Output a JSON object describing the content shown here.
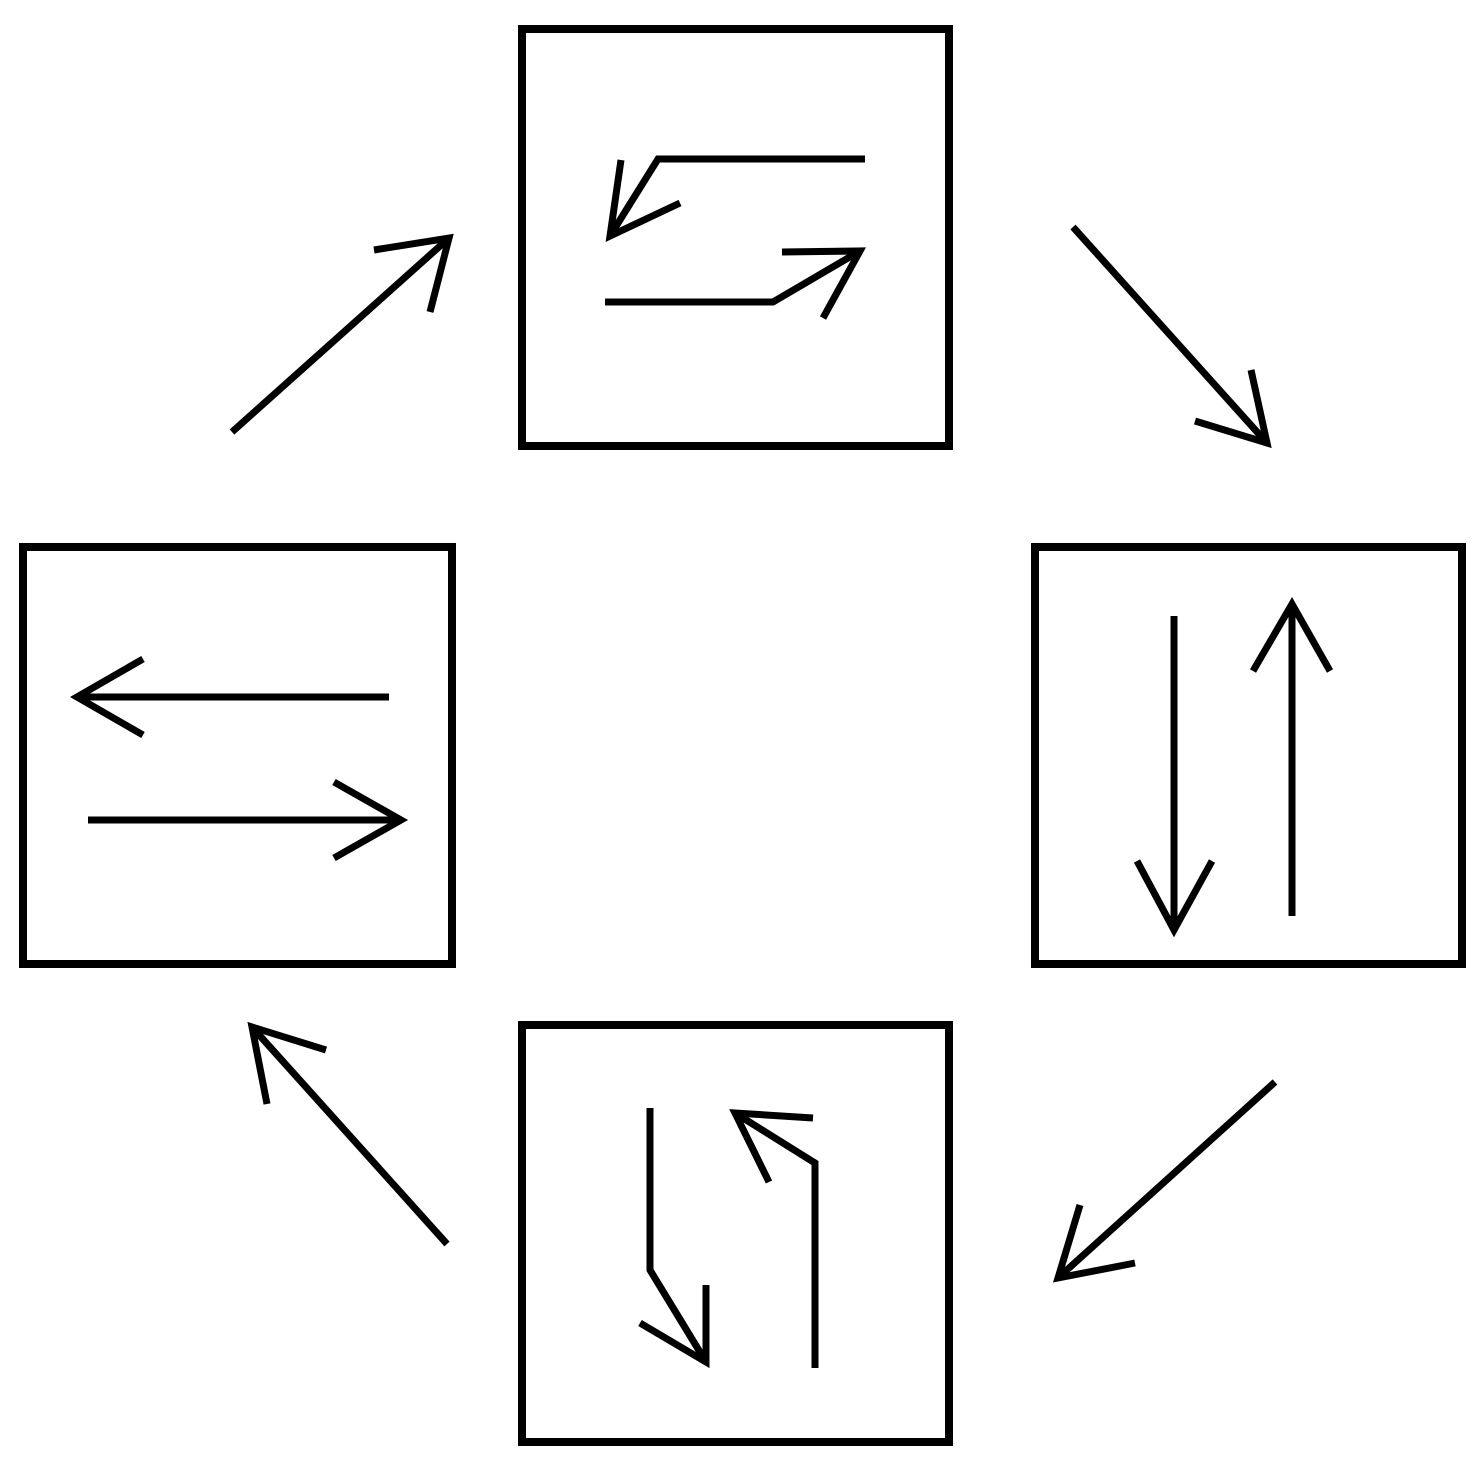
{
  "diagram": {
    "colors": {
      "stroke": "#000000",
      "background": "#ffffff"
    },
    "panels": [
      {
        "name": "panel-top",
        "icon": "offset-opposing-horizontal-arrows-icon"
      },
      {
        "name": "panel-right",
        "icon": "opposing-vertical-arrows-icon"
      },
      {
        "name": "panel-bottom",
        "icon": "offset-opposing-vertical-arrows-icon"
      },
      {
        "name": "panel-left",
        "icon": "opposing-horizontal-arrows-icon"
      }
    ],
    "cycle_arrows": [
      {
        "name": "arrow-left-to-top",
        "icon": "arrow-up-right-icon"
      },
      {
        "name": "arrow-top-to-right",
        "icon": "arrow-down-right-icon"
      },
      {
        "name": "arrow-right-to-bottom",
        "icon": "arrow-down-left-icon"
      },
      {
        "name": "arrow-bottom-to-left",
        "icon": "arrow-up-left-icon"
      }
    ]
  }
}
